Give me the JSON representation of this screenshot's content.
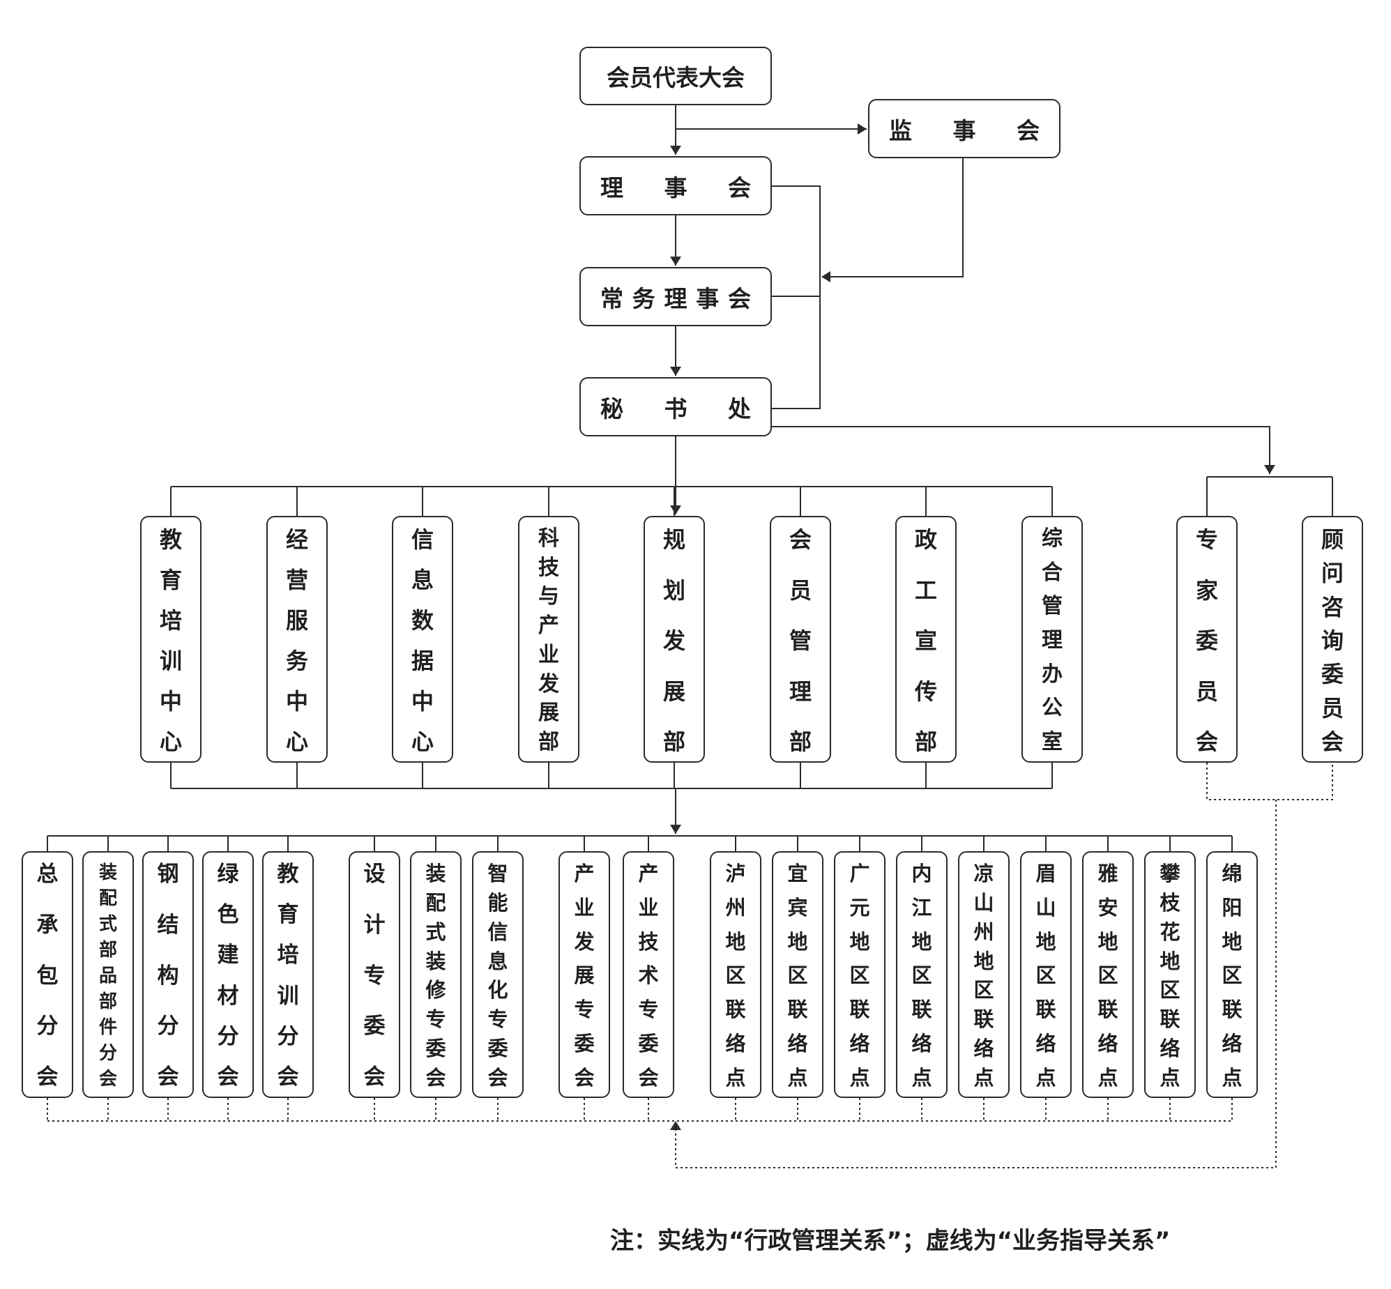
{
  "top": {
    "assembly": "会员代表大会",
    "supervisors": [
      "监",
      "事",
      "会"
    ],
    "council": [
      "理",
      "事",
      "会"
    ],
    "standing": [
      "常",
      "务",
      "理",
      "事",
      "会"
    ],
    "secretariat": [
      "秘",
      "书",
      "处"
    ]
  },
  "departments": [
    "教育培训中心",
    "经营服务中心",
    "信息数据中心",
    "科技与产业发展部",
    "规划发展部",
    "会员管理部",
    "政工宣传部",
    "综合管理办公室"
  ],
  "committees": [
    "专家委员会",
    "顾问咨询委员会"
  ],
  "branches": [
    "总承包分会",
    "装配式部品部件分会",
    "钢结构分会",
    "绿色建材分会",
    "教育培训分会",
    "设计专委会",
    "装配式装修专委会",
    "智能信息化专委会",
    "产业发展专委会",
    "产业技术专委会",
    "泸州地区联络点",
    "宜宾地区联络点",
    "广元地区联络点",
    "内江地区联络点",
    "凉山州地区联络点",
    "眉山地区联络点",
    "雅安地区联络点",
    "攀枝花地区联络点",
    "绵阳地区联络点"
  ],
  "note": "注：实线为“行政管理关系”；虚线为“业务指导关系”",
  "colors": {
    "line": "#2b2b2b",
    "text": "#1f1f1f",
    "background": "#ffffff"
  }
}
